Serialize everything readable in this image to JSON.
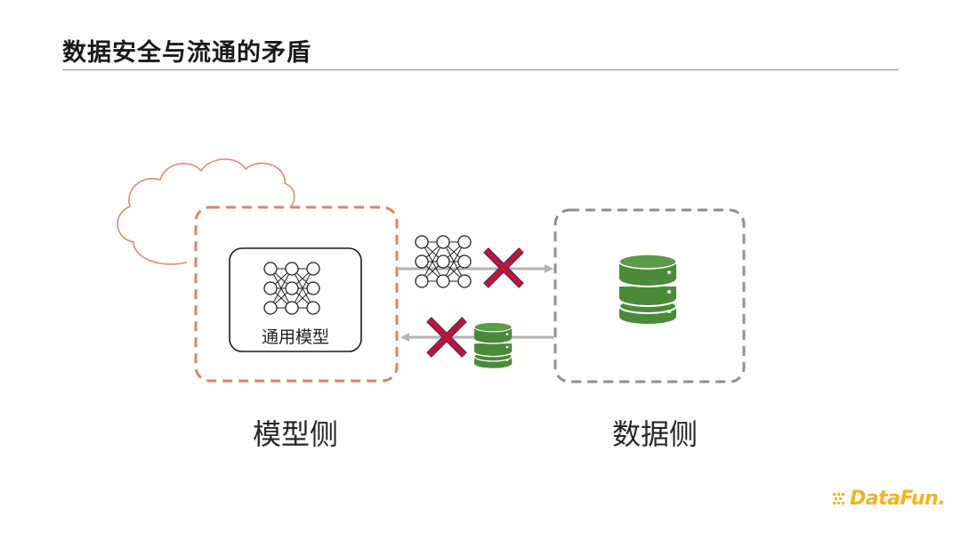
{
  "slide": {
    "title": "数据安全与流通的矛盾"
  },
  "diagram": {
    "model_side": {
      "label": "模型侧",
      "card_label": "通用模型",
      "border_color": "#d9846a"
    },
    "data_side": {
      "label": "数据侧",
      "border_color": "#8f8f8f"
    },
    "flows": [
      {
        "direction": "model-to-data",
        "payload": "neural-network-icon",
        "blocked": true
      },
      {
        "direction": "data-to-model",
        "payload": "database-icon",
        "blocked": true
      }
    ],
    "colors": {
      "cloud": "#e08a6f",
      "database": "#4a8a3a",
      "cross_fill": "#c0162c",
      "cross_outline": "#3a2f8c",
      "arrow": "#b3b3b3"
    }
  },
  "logo": {
    "text": "DataFun."
  }
}
